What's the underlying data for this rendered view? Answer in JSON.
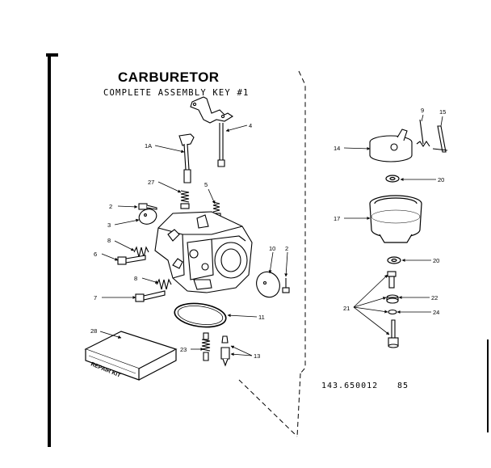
{
  "header": {
    "title": "CARBURETOR",
    "subtitle": "COMPLETE ASSEMBLY KEY #1"
  },
  "footer": {
    "code": "143.650012",
    "rev": "85"
  },
  "kit": {
    "box_text": "REPAIR KIT"
  },
  "callouts": {
    "c1A": "1A",
    "c2a": "2",
    "c2b": "2",
    "c3": "3",
    "c4": "4",
    "c5": "5",
    "c6": "6",
    "c7": "7",
    "c8a": "8",
    "c8b": "8",
    "c9": "9",
    "c10": "10",
    "c11": "11",
    "c13": "13",
    "c14": "14",
    "c15": "15",
    "c17": "17",
    "c20a": "20",
    "c20b": "20",
    "c21": "21",
    "c22": "22",
    "c23": "23",
    "c24": "24",
    "c27": "27",
    "c28": "28"
  }
}
